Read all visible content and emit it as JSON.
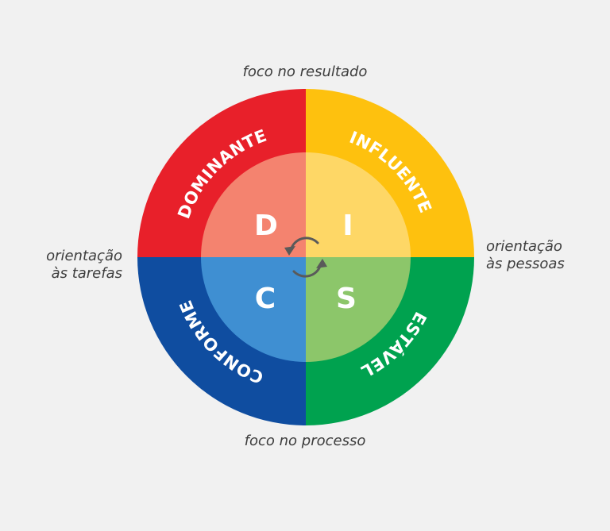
{
  "axes": {
    "top": "foco no resultado",
    "bottom": "foco no processo",
    "left_line1": "orientação",
    "left_line2": "às tarefas",
    "right_line1": "orientação",
    "right_line2": "às pessoas"
  },
  "quadrants": [
    {
      "key": "dominante",
      "word": "DOMINANTE",
      "letter": "D",
      "outer_color": "#e8202a",
      "inner_color": "#f4836f"
    },
    {
      "key": "influente",
      "word": "INFLUENTE",
      "letter": "I",
      "outer_color": "#fec10e",
      "inner_color": "#fed766"
    },
    {
      "key": "estavel",
      "word": "ESTÁVEL",
      "letter": "S",
      "outer_color": "#00a24f",
      "inner_color": "#8cc66a"
    },
    {
      "key": "conforme",
      "word": "CONFORME",
      "letter": "C",
      "outer_color": "#0f4da0",
      "inner_color": "#3f8fd2"
    }
  ],
  "center_icon": "cycle-arrows-icon"
}
